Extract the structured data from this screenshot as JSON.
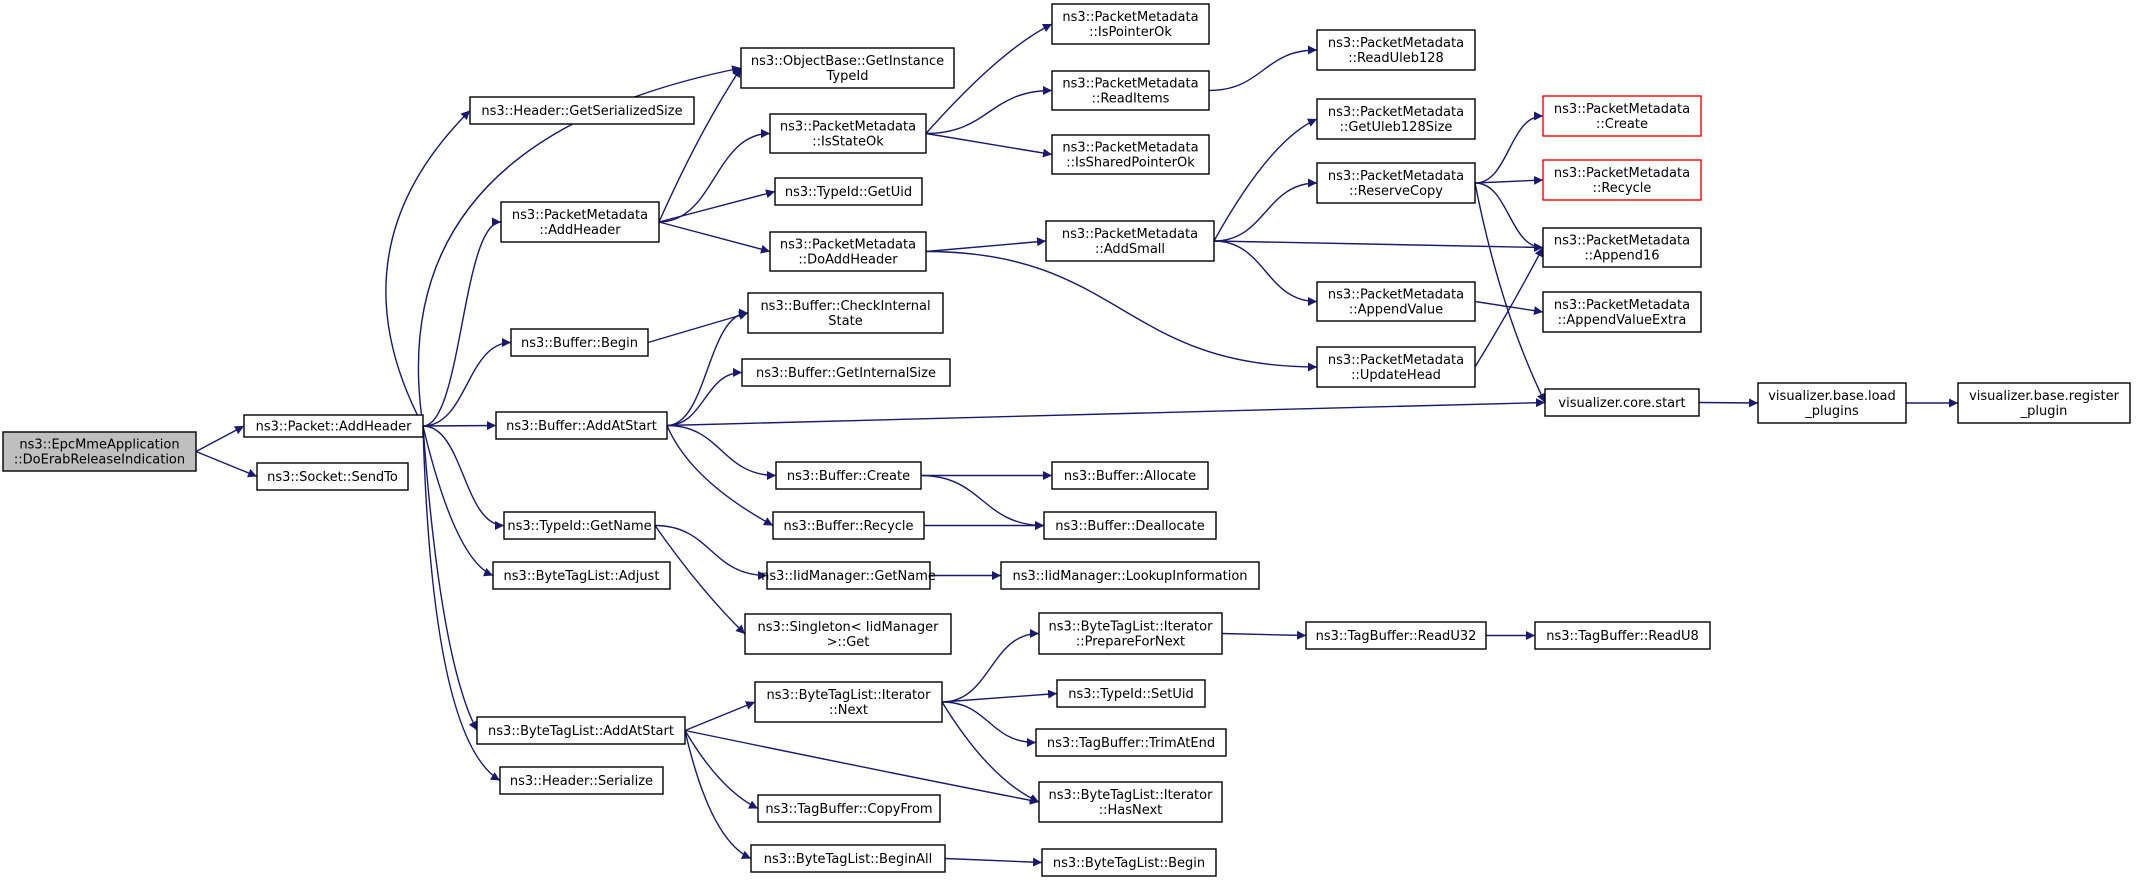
{
  "graph": {
    "colors": {
      "edge": "#191970",
      "node_border": "#000000",
      "missing_border": "#ff0000",
      "root_fill": "#bfbfbf"
    },
    "nodes": {
      "root": {
        "lines": [
          "ns3::EpcMmeApplication",
          "::DoErabReleaseIndication"
        ],
        "style": "root"
      },
      "addHeader": {
        "lines": [
          "ns3::Packet::AddHeader"
        ]
      },
      "sendTo": {
        "lines": [
          "ns3::Socket::SendTo"
        ]
      },
      "getSerializedSize": {
        "lines": [
          "ns3::Header::GetSerializedSize"
        ]
      },
      "getInstanceTypeId": {
        "lines": [
          "ns3::ObjectBase::GetInstance",
          "TypeId"
        ]
      },
      "pmAddHeader": {
        "lines": [
          "ns3::PacketMetadata",
          "::AddHeader"
        ]
      },
      "bufBegin": {
        "lines": [
          "ns3::Buffer::Begin"
        ]
      },
      "bufAddAtStart": {
        "lines": [
          "ns3::Buffer::AddAtStart"
        ]
      },
      "typeIdGetName": {
        "lines": [
          "ns3::TypeId::GetName"
        ]
      },
      "btlAdjust": {
        "lines": [
          "ns3::ByteTagList::Adjust"
        ]
      },
      "btlAddAtStart": {
        "lines": [
          "ns3::ByteTagList::AddAtStart"
        ]
      },
      "headerSerialize": {
        "lines": [
          "ns3::Header::Serialize"
        ]
      },
      "pmIsStateOk": {
        "lines": [
          "ns3::PacketMetadata",
          "::IsStateOk"
        ]
      },
      "typeIdGetUid": {
        "lines": [
          "ns3::TypeId::GetUid"
        ]
      },
      "pmDoAddHeader": {
        "lines": [
          "ns3::PacketMetadata",
          "::DoAddHeader"
        ]
      },
      "bufCheckInternal": {
        "lines": [
          "ns3::Buffer::CheckInternal",
          "State"
        ]
      },
      "bufGetInternalSize": {
        "lines": [
          "ns3::Buffer::GetInternalSize"
        ]
      },
      "bufCreate": {
        "lines": [
          "ns3::Buffer::Create"
        ]
      },
      "bufRecycle": {
        "lines": [
          "ns3::Buffer::Recycle"
        ]
      },
      "iidGetName": {
        "lines": [
          "ns3::IidManager::GetName"
        ]
      },
      "singletonGet": {
        "lines": [
          "ns3::Singleton< IidManager",
          ">::Get"
        ]
      },
      "btliNext": {
        "lines": [
          "ns3::ByteTagList::Iterator",
          "::Next"
        ]
      },
      "tbCopyFrom": {
        "lines": [
          "ns3::TagBuffer::CopyFrom"
        ]
      },
      "btlBeginAll": {
        "lines": [
          "ns3::ByteTagList::BeginAll"
        ]
      },
      "pmIsPointerOk": {
        "lines": [
          "ns3::PacketMetadata",
          "::IsPointerOk"
        ]
      },
      "pmReadItems": {
        "lines": [
          "ns3::PacketMetadata",
          "::ReadItems"
        ]
      },
      "pmIsSharedPointerOk": {
        "lines": [
          "ns3::PacketMetadata",
          "::IsSharedPointerOk"
        ]
      },
      "pmAddSmall": {
        "lines": [
          "ns3::PacketMetadata",
          "::AddSmall"
        ]
      },
      "bufAllocate": {
        "lines": [
          "ns3::Buffer::Allocate"
        ]
      },
      "bufDeallocate": {
        "lines": [
          "ns3::Buffer::Deallocate"
        ]
      },
      "iidLookup": {
        "lines": [
          "ns3::IidManager::LookupInformation"
        ]
      },
      "btliPrepare": {
        "lines": [
          "ns3::ByteTagList::Iterator",
          "::PrepareForNext"
        ]
      },
      "typeIdSetUid": {
        "lines": [
          "ns3::TypeId::SetUid"
        ]
      },
      "tbTrimAtEnd": {
        "lines": [
          "ns3::TagBuffer::TrimAtEnd"
        ]
      },
      "btliHasNext": {
        "lines": [
          "ns3::ByteTagList::Iterator",
          "::HasNext"
        ]
      },
      "btlBegin": {
        "lines": [
          "ns3::ByteTagList::Begin"
        ]
      },
      "pmReadUleb128": {
        "lines": [
          "ns3::PacketMetadata",
          "::ReadUleb128"
        ]
      },
      "pmGetUleb128Size": {
        "lines": [
          "ns3::PacketMetadata",
          "::GetUleb128Size"
        ]
      },
      "pmReserveCopy": {
        "lines": [
          "ns3::PacketMetadata",
          "::ReserveCopy"
        ]
      },
      "pmAppendValue": {
        "lines": [
          "ns3::PacketMetadata",
          "::AppendValue"
        ]
      },
      "pmUpdateHead": {
        "lines": [
          "ns3::PacketMetadata",
          "::UpdateHead"
        ]
      },
      "tbReadU32": {
        "lines": [
          "ns3::TagBuffer::ReadU32"
        ]
      },
      "pmCreate": {
        "lines": [
          "ns3::PacketMetadata",
          "::Create"
        ],
        "style": "red"
      },
      "pmRecycle": {
        "lines": [
          "ns3::PacketMetadata",
          "::Recycle"
        ],
        "style": "red"
      },
      "pmAppend16": {
        "lines": [
          "ns3::PacketMetadata",
          "::Append16"
        ]
      },
      "pmAppendValueExtra": {
        "lines": [
          "ns3::PacketMetadata",
          "::AppendValueExtra"
        ]
      },
      "vizCoreStart": {
        "lines": [
          "visualizer.core.start"
        ]
      },
      "tbReadU8": {
        "lines": [
          "ns3::TagBuffer::ReadU8"
        ]
      },
      "vizLoadPlugins": {
        "lines": [
          "visualizer.base.load",
          "_plugins"
        ]
      },
      "vizRegisterPlugin": {
        "lines": [
          "visualizer.base.register",
          "_plugin"
        ]
      }
    },
    "edges": [
      [
        "root",
        "addHeader"
      ],
      [
        "root",
        "sendTo"
      ],
      [
        "addHeader",
        "getSerializedSize"
      ],
      [
        "addHeader",
        "getInstanceTypeId"
      ],
      [
        "addHeader",
        "pmAddHeader"
      ],
      [
        "addHeader",
        "bufBegin"
      ],
      [
        "addHeader",
        "bufAddAtStart"
      ],
      [
        "addHeader",
        "typeIdGetName"
      ],
      [
        "addHeader",
        "btlAdjust"
      ],
      [
        "addHeader",
        "btlAddAtStart"
      ],
      [
        "addHeader",
        "headerSerialize"
      ],
      [
        "pmAddHeader",
        "getInstanceTypeId"
      ],
      [
        "pmAddHeader",
        "pmIsStateOk"
      ],
      [
        "pmAddHeader",
        "typeIdGetUid"
      ],
      [
        "pmAddHeader",
        "pmDoAddHeader"
      ],
      [
        "bufBegin",
        "bufCheckInternal"
      ],
      [
        "bufAddAtStart",
        "bufCheckInternal"
      ],
      [
        "bufAddAtStart",
        "bufGetInternalSize"
      ],
      [
        "bufAddAtStart",
        "bufCreate"
      ],
      [
        "bufAddAtStart",
        "bufRecycle"
      ],
      [
        "bufAddAtStart",
        "vizCoreStart"
      ],
      [
        "typeIdGetName",
        "iidGetName"
      ],
      [
        "typeIdGetName",
        "singletonGet"
      ],
      [
        "btlAddAtStart",
        "btliNext"
      ],
      [
        "btlAddAtStart",
        "btliHasNext"
      ],
      [
        "btlAddAtStart",
        "tbCopyFrom"
      ],
      [
        "btlAddAtStart",
        "btlBeginAll"
      ],
      [
        "pmIsStateOk",
        "pmIsPointerOk"
      ],
      [
        "pmIsStateOk",
        "pmReadItems"
      ],
      [
        "pmIsStateOk",
        "pmIsSharedPointerOk"
      ],
      [
        "pmDoAddHeader",
        "pmAddSmall"
      ],
      [
        "pmDoAddHeader",
        "pmUpdateHead"
      ],
      [
        "bufCreate",
        "bufAllocate"
      ],
      [
        "bufCreate",
        "bufDeallocate"
      ],
      [
        "bufRecycle",
        "bufDeallocate"
      ],
      [
        "iidGetName",
        "iidLookup"
      ],
      [
        "btliNext",
        "btliPrepare"
      ],
      [
        "btliNext",
        "typeIdSetUid"
      ],
      [
        "btliNext",
        "tbTrimAtEnd"
      ],
      [
        "btliNext",
        "btliHasNext"
      ],
      [
        "btlBeginAll",
        "btlBegin"
      ],
      [
        "pmReadItems",
        "pmReadUleb128"
      ],
      [
        "pmAddSmall",
        "pmGetUleb128Size"
      ],
      [
        "pmAddSmall",
        "pmReserveCopy"
      ],
      [
        "pmAddSmall",
        "pmAppend16"
      ],
      [
        "pmAddSmall",
        "pmAppendValue"
      ],
      [
        "pmReserveCopy",
        "pmCreate"
      ],
      [
        "pmReserveCopy",
        "pmRecycle"
      ],
      [
        "pmReserveCopy",
        "pmAppend16"
      ],
      [
        "pmReserveCopy",
        "vizCoreStart"
      ],
      [
        "pmAppendValue",
        "pmAppendValueExtra"
      ],
      [
        "pmUpdateHead",
        "pmAppend16"
      ],
      [
        "btliPrepare",
        "tbReadU32"
      ],
      [
        "tbReadU32",
        "tbReadU8"
      ],
      [
        "vizCoreStart",
        "vizLoadPlugins"
      ],
      [
        "vizLoadPlugins",
        "vizRegisterPlugin"
      ]
    ]
  }
}
